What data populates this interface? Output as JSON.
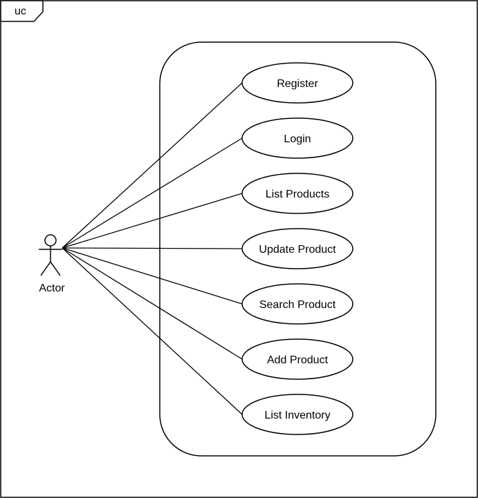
{
  "diagram": {
    "frame_label": "uc",
    "actor": {
      "label": "Actor",
      "icon": "stick-figure-icon"
    },
    "use_cases": [
      {
        "label": "Register"
      },
      {
        "label": "Login"
      },
      {
        "label": "List Products"
      },
      {
        "label": "Update Product"
      },
      {
        "label": "Search Product"
      },
      {
        "label": "Add Product"
      },
      {
        "label": "List Inventory"
      }
    ]
  }
}
